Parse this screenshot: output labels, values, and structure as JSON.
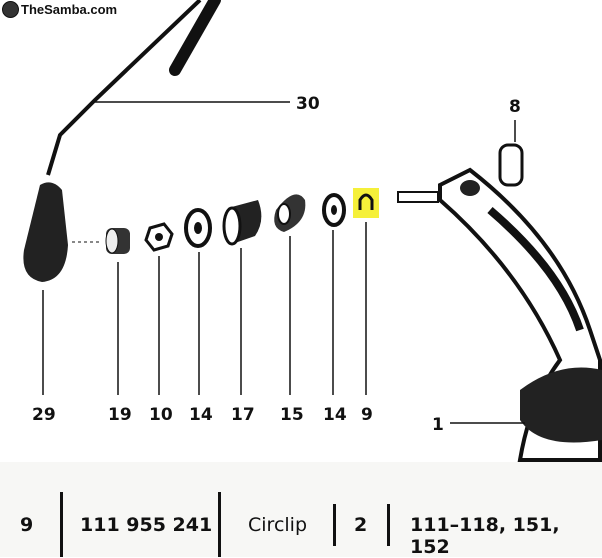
{
  "watermark": "TheSamba.com",
  "diagram": {
    "labels": [
      "30",
      "8",
      "29",
      "19",
      "10",
      "14",
      "17",
      "15",
      "14",
      "9",
      "1"
    ],
    "highlight_color": "#f5f03a",
    "highlighted_part": "9"
  },
  "table": {
    "row": {
      "item": "9",
      "part_number": "111 955 241",
      "description": "Circlip",
      "quantity": "2",
      "models": "111–118, 151, 152"
    }
  }
}
